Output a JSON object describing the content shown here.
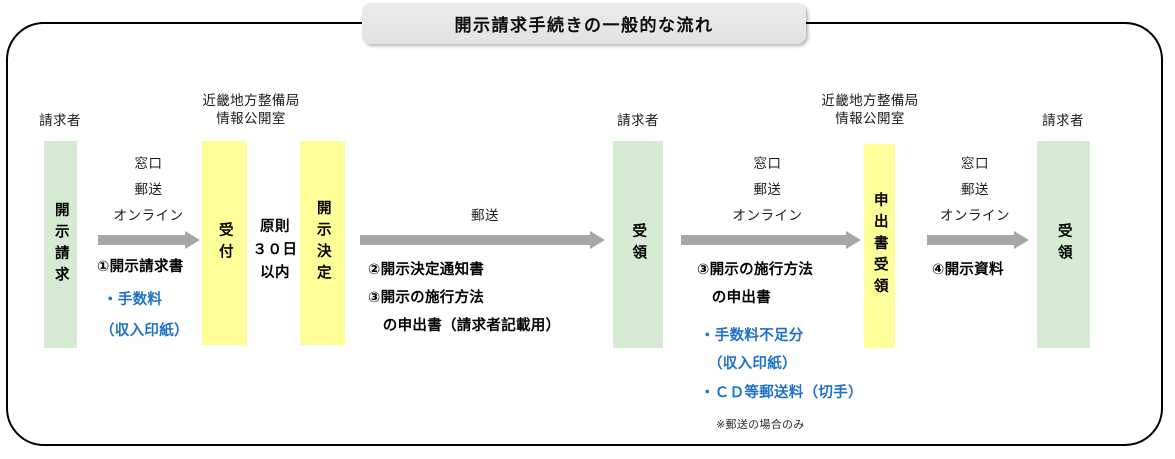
{
  "title": {
    "text": "開示請求手続きの一般的な流れ"
  },
  "colors": {
    "requester_box": "#d6ecd2",
    "office_box": "#ffff99",
    "arrow": "#a6a6a6",
    "accent_blue": "#1f72c8",
    "frame_border": "#000000",
    "title_plate": "#e8e8e8"
  },
  "actors": {
    "requester": "請求者",
    "office_line1": "近畿地方整備局",
    "office_line2": "情報公開室"
  },
  "stages": [
    {
      "id": "stage-disclosure-request",
      "owner": "請求者",
      "label": "開示請求",
      "fill": "#d6ecd2"
    },
    {
      "id": "stage-reception",
      "owner": "近畿地方整備局 情報公開室",
      "label": "受付",
      "fill": "#ffff99"
    },
    {
      "id": "stage-disclosure-decision",
      "owner": "近畿地方整備局 情報公開室",
      "label": "開示決定",
      "fill": "#ffff99"
    },
    {
      "id": "stage-receipt-1",
      "owner": "請求者",
      "label": "受領",
      "fill": "#d6ecd2"
    },
    {
      "id": "stage-application-receipt",
      "owner": "近畿地方整備局 情報公開室",
      "label": "申出書受領",
      "fill": "#ffff99"
    },
    {
      "id": "stage-receipt-2",
      "owner": "請求者",
      "label": "受領",
      "fill": "#d6ecd2"
    }
  ],
  "interval_note": {
    "line1": "原則",
    "line2": "３０日",
    "line3": "以内"
  },
  "flows": [
    {
      "id": "flow-1",
      "methods": [
        "窓口",
        "郵送",
        "オンライン"
      ],
      "doc_lines": [
        "①開示請求書"
      ],
      "fee_lines": [
        "・手数料",
        "（収入印紙）"
      ],
      "note": ""
    },
    {
      "id": "flow-2",
      "methods": [
        "郵送"
      ],
      "doc_lines": [
        "②開示決定通知書",
        "③開示の施行方法",
        "　の申出書（請求者記載用）"
      ],
      "fee_lines": [],
      "note": ""
    },
    {
      "id": "flow-3",
      "methods": [
        "窓口",
        "郵送",
        "オンライン"
      ],
      "doc_lines": [
        "③開示の施行方法",
        "　の申出書"
      ],
      "fee_lines": [
        "・手数料不足分",
        "（収入印紙）",
        "・ＣＤ等郵送料（切手）"
      ],
      "note": "※郵送の場合のみ"
    },
    {
      "id": "flow-4",
      "methods": [
        "窓口",
        "郵送",
        "オンライン"
      ],
      "doc_lines": [
        "④開示資料"
      ],
      "fee_lines": [],
      "note": ""
    }
  ],
  "flow1": {
    "m1": "窓口",
    "m2": "郵送",
    "m3": "オンライン",
    "d1": "①開示請求書",
    "f1": "・手数料",
    "f2": "（収入印紙）"
  },
  "flow2": {
    "m1": "郵送",
    "d1": "②開示決定通知書",
    "d2": "③開示の施行方法",
    "d3": "　の申出書（請求者記載用）"
  },
  "flow3": {
    "m1": "窓口",
    "m2": "郵送",
    "m3": "オンライン",
    "d1": "③開示の施行方法",
    "d2": "　の申出書",
    "f1": "・手数料不足分",
    "f2": "（収入印紙）",
    "f3": "・ＣＤ等郵送料（切手）",
    "note": "※郵送の場合のみ"
  },
  "flow4": {
    "m1": "窓口",
    "m2": "郵送",
    "m3": "オンライン",
    "d1": "④開示資料"
  },
  "stage_labels": {
    "s1": "開示請求",
    "s2": "受付",
    "s3": "開示決定",
    "s4": "受領",
    "s5": "申出書受領",
    "s6": "受領"
  },
  "interval": {
    "l1": "原則",
    "l2": "３０日",
    "l3": "以内"
  }
}
